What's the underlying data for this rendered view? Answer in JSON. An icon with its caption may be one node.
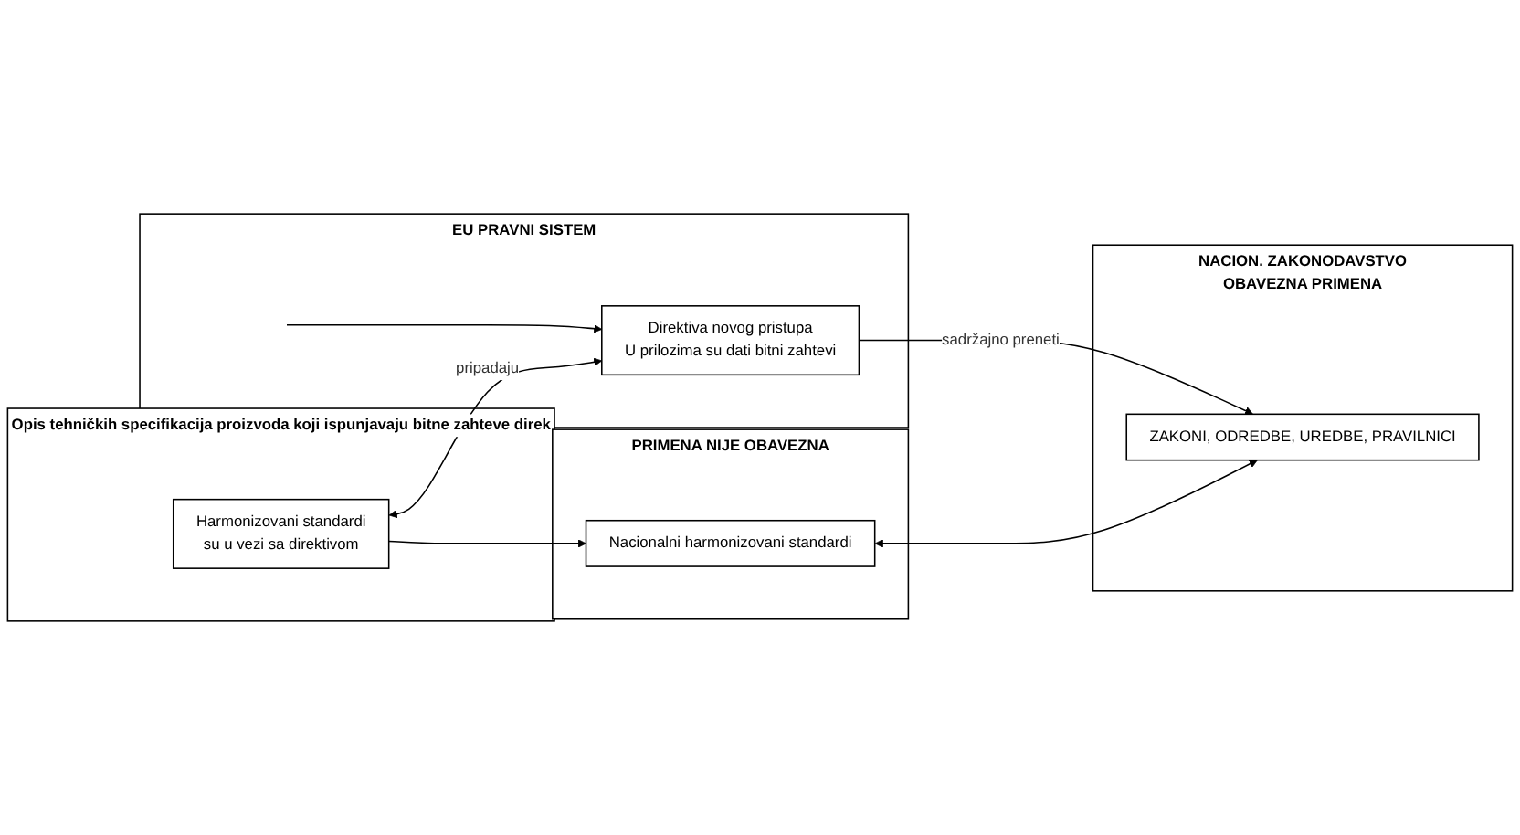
{
  "diagram": {
    "nodes": [
      {
        "text": [
          "EU PRAVNI SISTEM"
        ]
      },
      {
        "text": [
          "Direktiva novog pristupa",
          "U prilozima su dati bitni zahtevi"
        ],
        "in": 0
      },
      {
        "text": [
          "NACION. ZAKONODAVSTVO",
          "OBAVEZNA PRIMENA"
        ]
      },
      {
        "text": [
          "ZAKONI, ODREDBE, UREDBE, PRAVILNICI"
        ],
        "in": 2
      },
      {
        "text": [
          "Opis tehničkih specifikacija proizvoda koji ispunjavaju bitne zahteve direk"
        ]
      },
      {
        "text": [
          "Harmonizovani standardi",
          "su u vezi sa direktivom"
        ],
        "in": 4
      },
      {
        "text": [
          "PRIMENA NIJE OBAVEZNA"
        ]
      },
      {
        "text": [
          "Nacionalni harmonizovani standardi"
        ],
        "in": 6
      }
    ],
    "edges": [
      {
        "from": null,
        "to": 1,
        "arrow": "to"
      },
      {
        "from": 1,
        "to": 3,
        "arrow": "to",
        "label": "sadržajno preneti"
      },
      {
        "from": 5,
        "to": 1,
        "arrow": "both",
        "label": "pripadaju"
      },
      {
        "from": 5,
        "to": 7,
        "arrow": "to"
      },
      {
        "from": 7,
        "to": 3,
        "arrow": "both"
      }
    ]
  }
}
